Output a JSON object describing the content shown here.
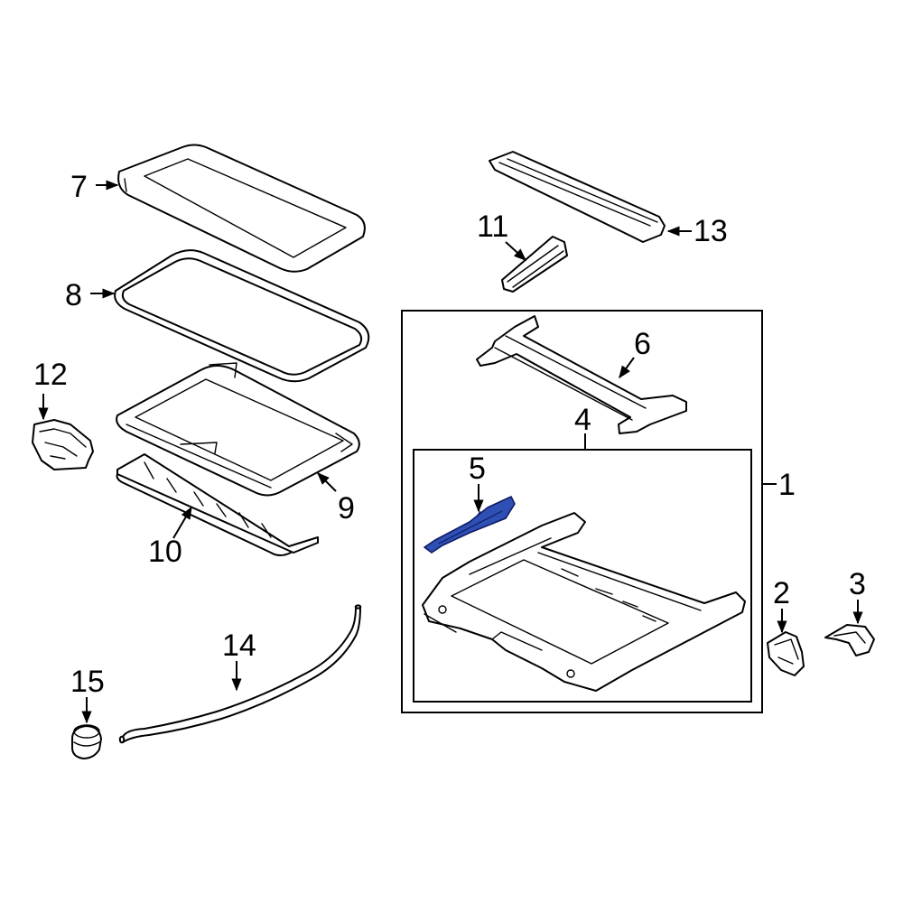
{
  "diagram": {
    "highlighted_part": "5",
    "highlight_color": "#2f4fb4",
    "callouts": {
      "c1": "1",
      "c2": "2",
      "c3": "3",
      "c4": "4",
      "c5": "5",
      "c6": "6",
      "c7": "7",
      "c8": "8",
      "c9": "9",
      "c10": "10",
      "c11": "11",
      "c12": "12",
      "c13": "13",
      "c14": "14",
      "c15": "15"
    }
  }
}
